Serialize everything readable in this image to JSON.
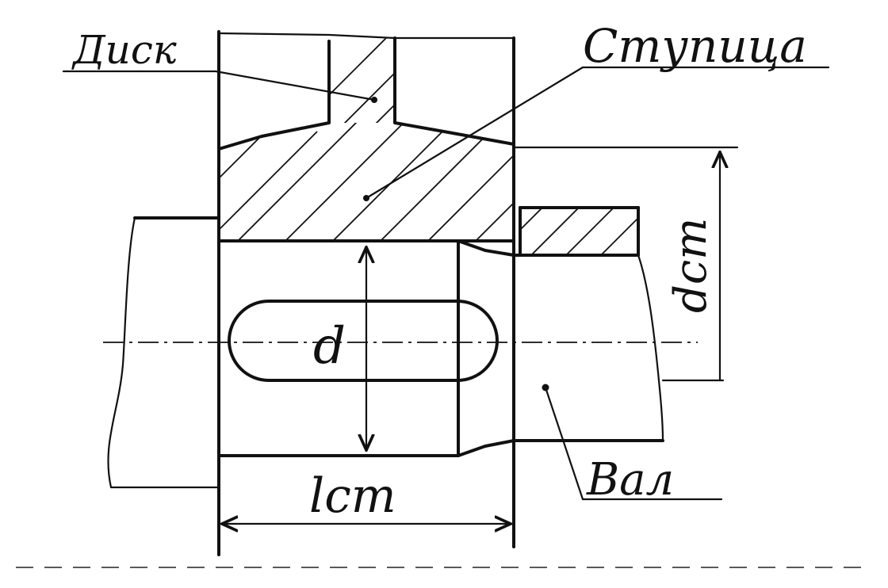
{
  "labels": {
    "disk": "Диск",
    "hub": "Ступица",
    "shaft": "Вал",
    "shaft_diameter": "d",
    "hub_diameter": "dст",
    "hub_length": "lст"
  }
}
